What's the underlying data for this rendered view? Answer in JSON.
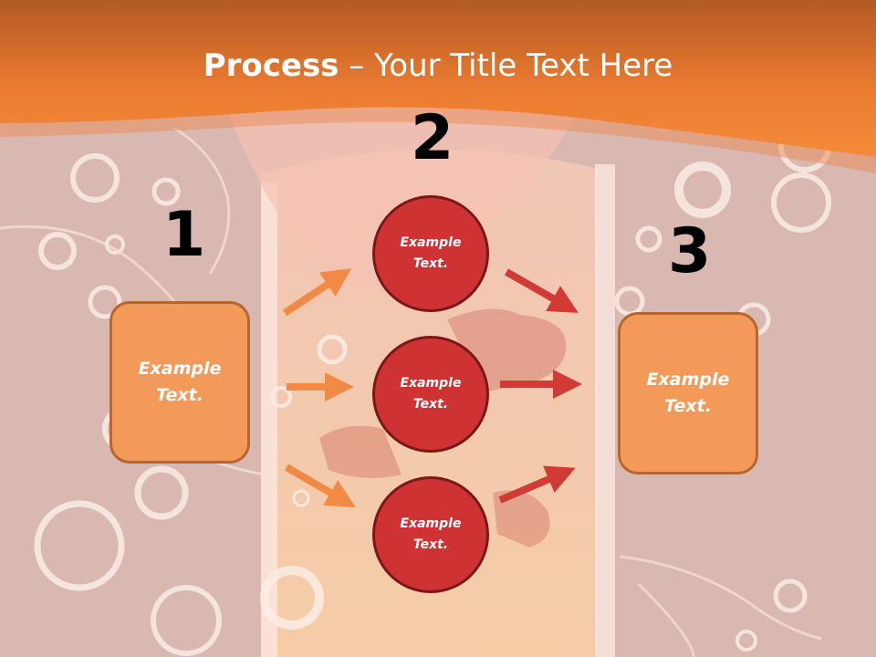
{
  "title": {
    "bold": "Process",
    "rest": " – Your Title Text Here"
  },
  "steps": [
    {
      "number": "1",
      "label": "Example\nText."
    },
    {
      "number": "2"
    },
    {
      "number": "3",
      "label": "Example\nText."
    }
  ],
  "circles": [
    {
      "label": "Example\nText."
    },
    {
      "label": "Example\nText."
    },
    {
      "label": "Example\nText."
    }
  ],
  "colors": {
    "header": "#f08030",
    "box_fill": "#f39a5a",
    "circle_fill": "#cf3233",
    "arrow_orange": "#f08a45",
    "arrow_red": "#d23a36"
  }
}
